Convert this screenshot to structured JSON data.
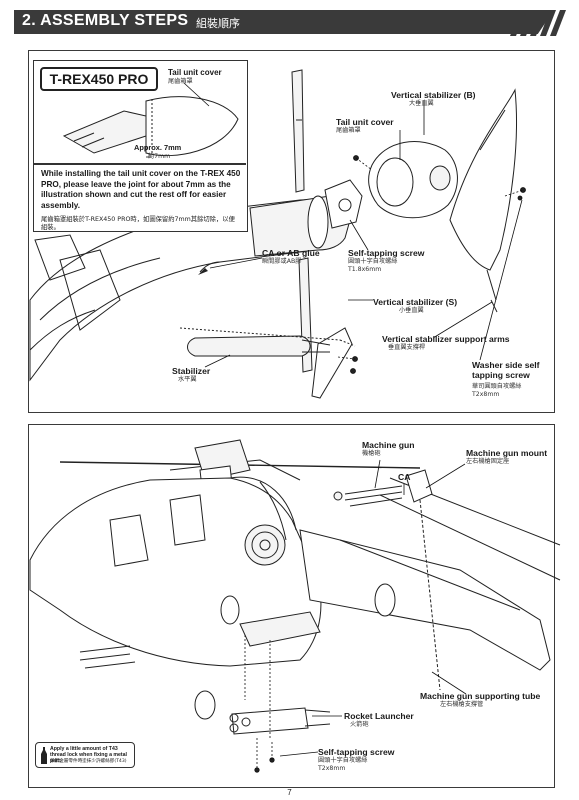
{
  "header": {
    "title": "2. ASSEMBLY STEPS",
    "title_cjk": "組裝順序"
  },
  "callout": {
    "brand": "T-REX450 PRO",
    "tail_unit_cover": "Tail unit cover",
    "tail_unit_cover_cjk": "尾齒箱罩",
    "approx": "Approx. 7mm",
    "approx_cjk": "約7mm",
    "note": "While installing the tail unit cover on the T-REX 450 PRO, please leave the joint for about 7mm as the illustration shown and cut the rest off for easier assembly.",
    "note_cjk": "尾齒箱罩組裝於T-REX450 PRO時，如圖保留約7mm其餘切除，以便組裝。"
  },
  "top_labels": {
    "vertical_stabilizer_b": "Vertical stabilizer (B)",
    "vertical_stabilizer_b_cjk": "大垂直翼",
    "tail_unit_cover": "Tail unit cover",
    "tail_unit_cover_cjk": "尾齒箱罩",
    "ca_glue": "CA or AB glue",
    "ca_glue_cjk": "瞬間膠或AB膠",
    "self_tapping": "Self-tapping screw",
    "self_tapping_cjk": "圓頭十字自攻螺絲",
    "self_tapping_size": "T1.8x6mm",
    "vertical_stabilizer_s": "Vertical stabilizer (S)",
    "vertical_stabilizer_s_cjk": "小垂直翼",
    "support_arms": "Vertical stabilizer support arms",
    "support_arms_cjk": "垂直翼支撐桿",
    "stabilizer": "Stabilizer",
    "stabilizer_cjk": "水平翼",
    "washer_screw": "Washer side self tapping screw",
    "washer_screw_cjk": "華司圓頭自攻螺絲",
    "washer_screw_size": "T2x8mm"
  },
  "bottom_labels": {
    "machine_gun": "Machine gun",
    "machine_gun_cjk": "機槍砲",
    "ca": "CA",
    "mount": "Machine gun mount",
    "mount_cjk": "左右機槍固定座",
    "tube": "Machine gun supporting tube",
    "tube_cjk": "左右機槍支撐管",
    "rocket": "Rocket Launcher",
    "rocket_cjk": "火箭砲",
    "self_tapping": "Self-tapping screw",
    "self_tapping_cjk": "圓頭十字自攻螺絲",
    "self_tapping_size": "T2x8mm"
  },
  "tip": {
    "text": "Apply a little amount of T43 thread lock when fixing a metal part.",
    "text_cjk": "鎖緊金屬零件時塗抹少許螺絲膠(T43)"
  },
  "page_number": "7"
}
